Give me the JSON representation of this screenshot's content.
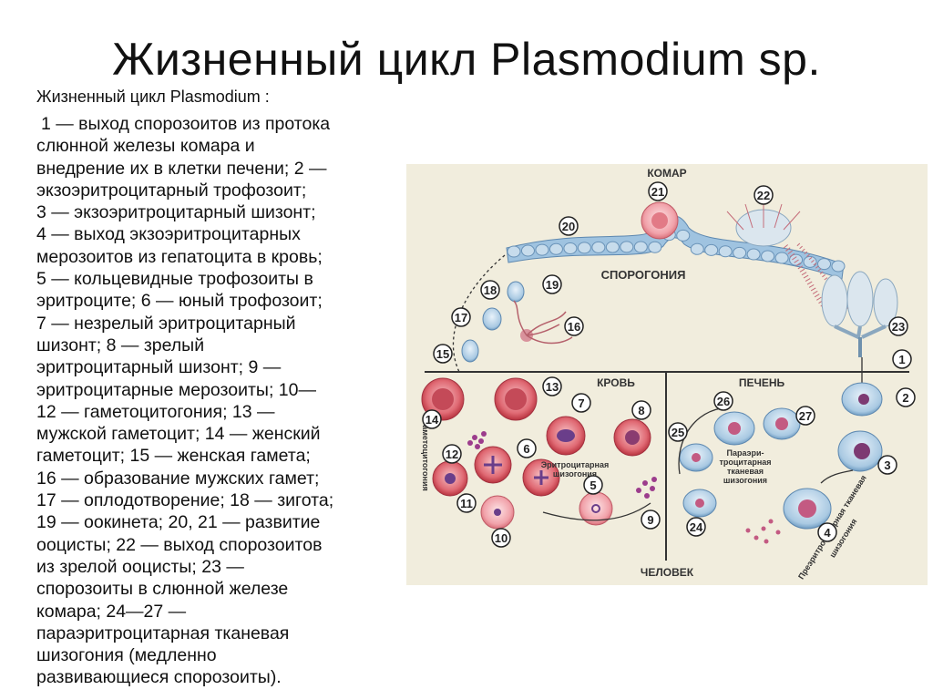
{
  "slide": {
    "title": "Жизненный цикл Plasmodium sp.",
    "subtitle": "Жизненный цикл Plasmodium :",
    "legend_lines": [
      "1 — выход спорозоитов из протока",
      "слюнной железы комара и",
      "внедрение их в клетки печени; 2 —",
      "экзоэритроцитарный трофозоит;",
      "3 — экзоэритроцитарный шизонт;",
      "4 — выход экзоэритроцитарных",
      "мерозоитов из гепатоцита в кровь;",
      "5 — кольцевидные трофозоиты в",
      "эритроците; 6 — юный трофозоит;",
      "7 — незрелый эритроцитарный",
      "шизонт; 8 — зрелый",
      "эритроцитарный шизонт; 9 —",
      "эритроцитарные мерозоиты; 10—",
      "12 — гаметоцитогония; 13 —",
      "мужской гаметоцит; 14 — женский",
      "гаметоцит; 15 — женская гамета;",
      "16 — образование мужских гамет;",
      "17 — оплодотворение; 18 — зигота;",
      "19 — оокинета; 20, 21 — развитие",
      "ооцисты; 22 — выход спорозоитов",
      "из зрелой ооцисты; 23 —",
      "спорозоиты в слюнной железе",
      "комара; 24—27 —",
      "параэритроцитарная тканевая",
      "шизогония (медленно",
      "развивающиеся спорозоиты)."
    ]
  },
  "diagram": {
    "labels": {
      "mosquito": "КОМАР",
      "sporogony": "СПОРОГОНИЯ",
      "blood": "КРОВЬ",
      "liver": "ПЕЧЕНЬ",
      "human": "ЧЕЛОВЕК",
      "gametocytogony": "Гаметоцитогония",
      "erythro_schizogony_1": "Эритроцитарная",
      "erythro_schizogony_2": "шизогония",
      "para_1": "Параэри-",
      "para_2": "троцитарная",
      "para_3": "тканевая",
      "para_4": "шизогония",
      "pre_1": "Преэритроцитарная тканевая",
      "pre_2": "шизогония"
    },
    "markers": [
      "1",
      "2",
      "3",
      "4",
      "5",
      "6",
      "7",
      "8",
      "9",
      "10",
      "11",
      "12",
      "13",
      "14",
      "15",
      "16",
      "17",
      "18",
      "19",
      "20",
      "21",
      "22",
      "23",
      "24",
      "25",
      "26",
      "27"
    ],
    "colors": {
      "background": "#f1eddd",
      "cell_red": "#d9505a",
      "cell_pink": "#f0a0a8",
      "gut_blue": "#8fb6d6",
      "divider": "#333333"
    }
  }
}
